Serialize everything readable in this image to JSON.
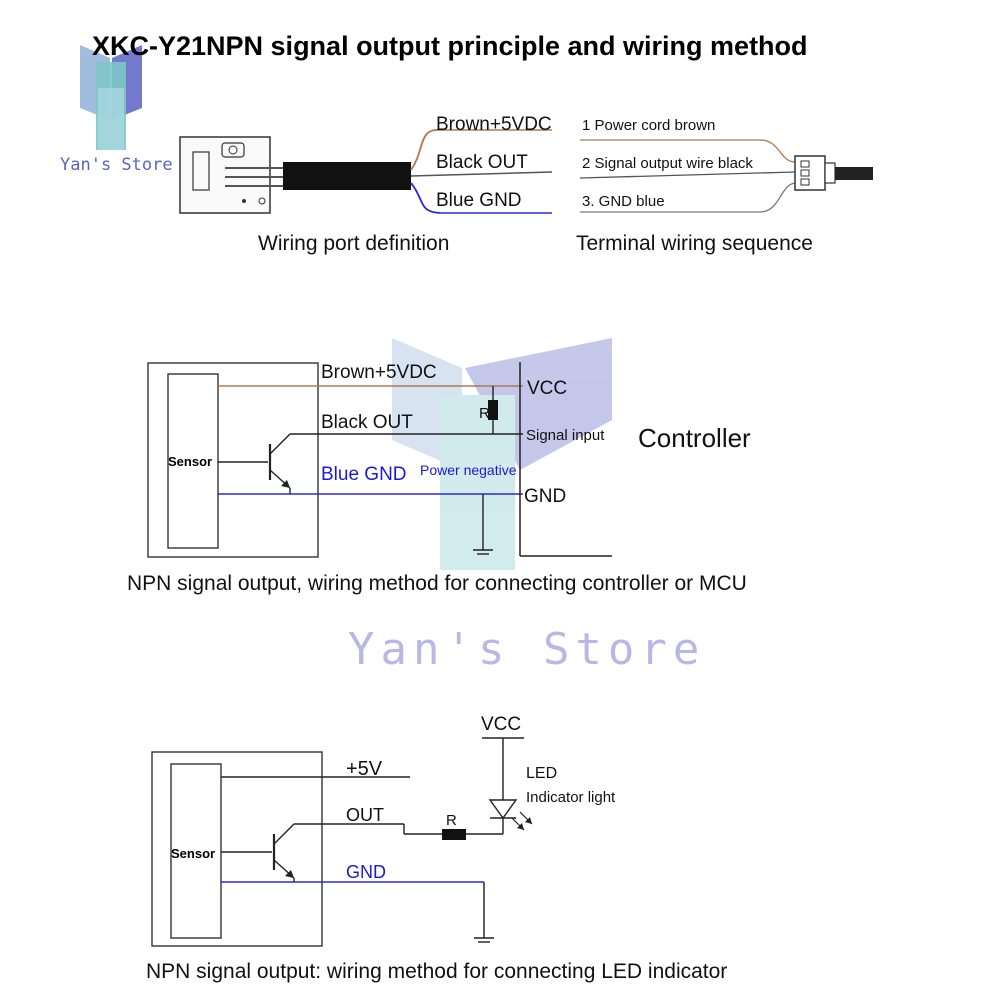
{
  "title": "XKC-Y21NPN signal output principle and wiring method",
  "logo": {
    "text": "Yan's Store"
  },
  "watermark": {
    "text": "Yan's Store"
  },
  "top": {
    "wires": {
      "brown": "Brown+5VDC",
      "black": "Black OUT",
      "blue": "Blue GND"
    },
    "terminal": {
      "pin1": "1 Power cord brown",
      "pin2": "2 Signal output wire black",
      "pin3": "3. GND blue"
    },
    "caption_left": "Wiring port definition",
    "caption_right": "Terminal wiring sequence"
  },
  "middle": {
    "sensor": "Sensor",
    "brown": "Brown+5VDC",
    "black": "Black OUT",
    "blue": "Blue GND",
    "power_negative": "Power negative",
    "resistor": "R",
    "vcc": "VCC",
    "signal_input": "Signal input",
    "gnd": "GND",
    "controller": "Controller",
    "caption": "NPN signal output, wiring method for connecting controller or MCU"
  },
  "bottom": {
    "sensor": "Sensor",
    "plus5v": "+5V",
    "out": "OUT",
    "gnd": "GND",
    "resistor": "R",
    "vcc": "VCC",
    "led": "LED",
    "indicator": "Indicator light",
    "caption": "NPN signal output: wiring method for connecting LED indicator"
  },
  "colors": {
    "brown_wire": "#b07a50",
    "blue_wire": "#2a2ad8",
    "line": "#222222",
    "watermark": "#b9b7e6",
    "logo": "#5b62c4"
  }
}
